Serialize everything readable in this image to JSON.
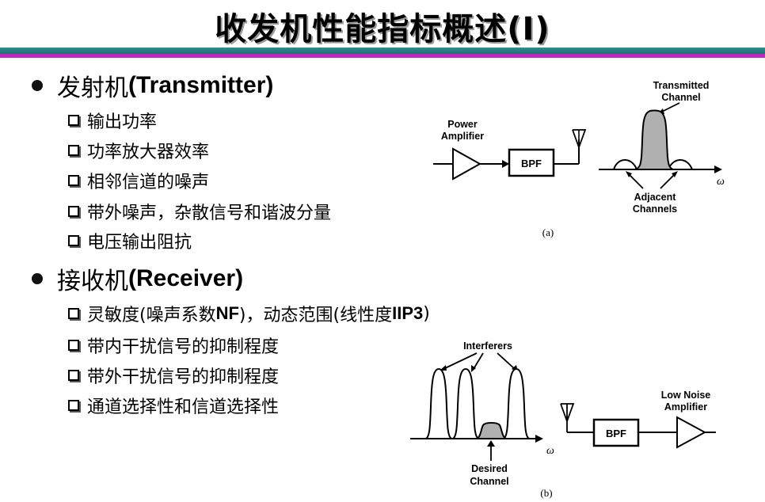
{
  "title": "收发机性能指标概述(I)",
  "transmitter": {
    "heading_cn": "发射机",
    "heading_en": "(Transmitter)",
    "items": [
      "输出功率",
      "功率放大器效率",
      "相邻信道的噪声",
      "带外噪声，杂散信号和谐波分量",
      "电压输出阻抗"
    ]
  },
  "receiver": {
    "heading_cn": "接收机",
    "heading_en": "(Receiver)",
    "item1": {
      "a": "灵敏度(噪声系数",
      "b": "NF",
      "c": ")，动态范围(线性度",
      "d": "IIP3",
      "e": ")"
    },
    "items": [
      "带内干扰信号的抑制程度",
      "带外干扰信号的抑制程度",
      "通道选择性和信道选择性"
    ]
  },
  "diagram_a": {
    "pa_label_1": "Power",
    "pa_label_2": "Amplifier",
    "bpf": "BPF",
    "transmitted_1": "Transmitted",
    "transmitted_2": "Channel",
    "adjacent_1": "Adjacent",
    "adjacent_2": "Channels",
    "omega": "ω",
    "caption": "(a)"
  },
  "diagram_b": {
    "interferers": "Interferers",
    "desired_1": "Desired",
    "desired_2": "Channel",
    "omega": "ω",
    "bpf": "BPF",
    "lna_1": "Low Noise",
    "lna_2": "Amplifier",
    "caption": "(b)"
  },
  "colors": {
    "stripe_teal": "#2f8f8f",
    "stripe_magenta": "#c026c0",
    "channel_fill": "#b0b0b0"
  }
}
